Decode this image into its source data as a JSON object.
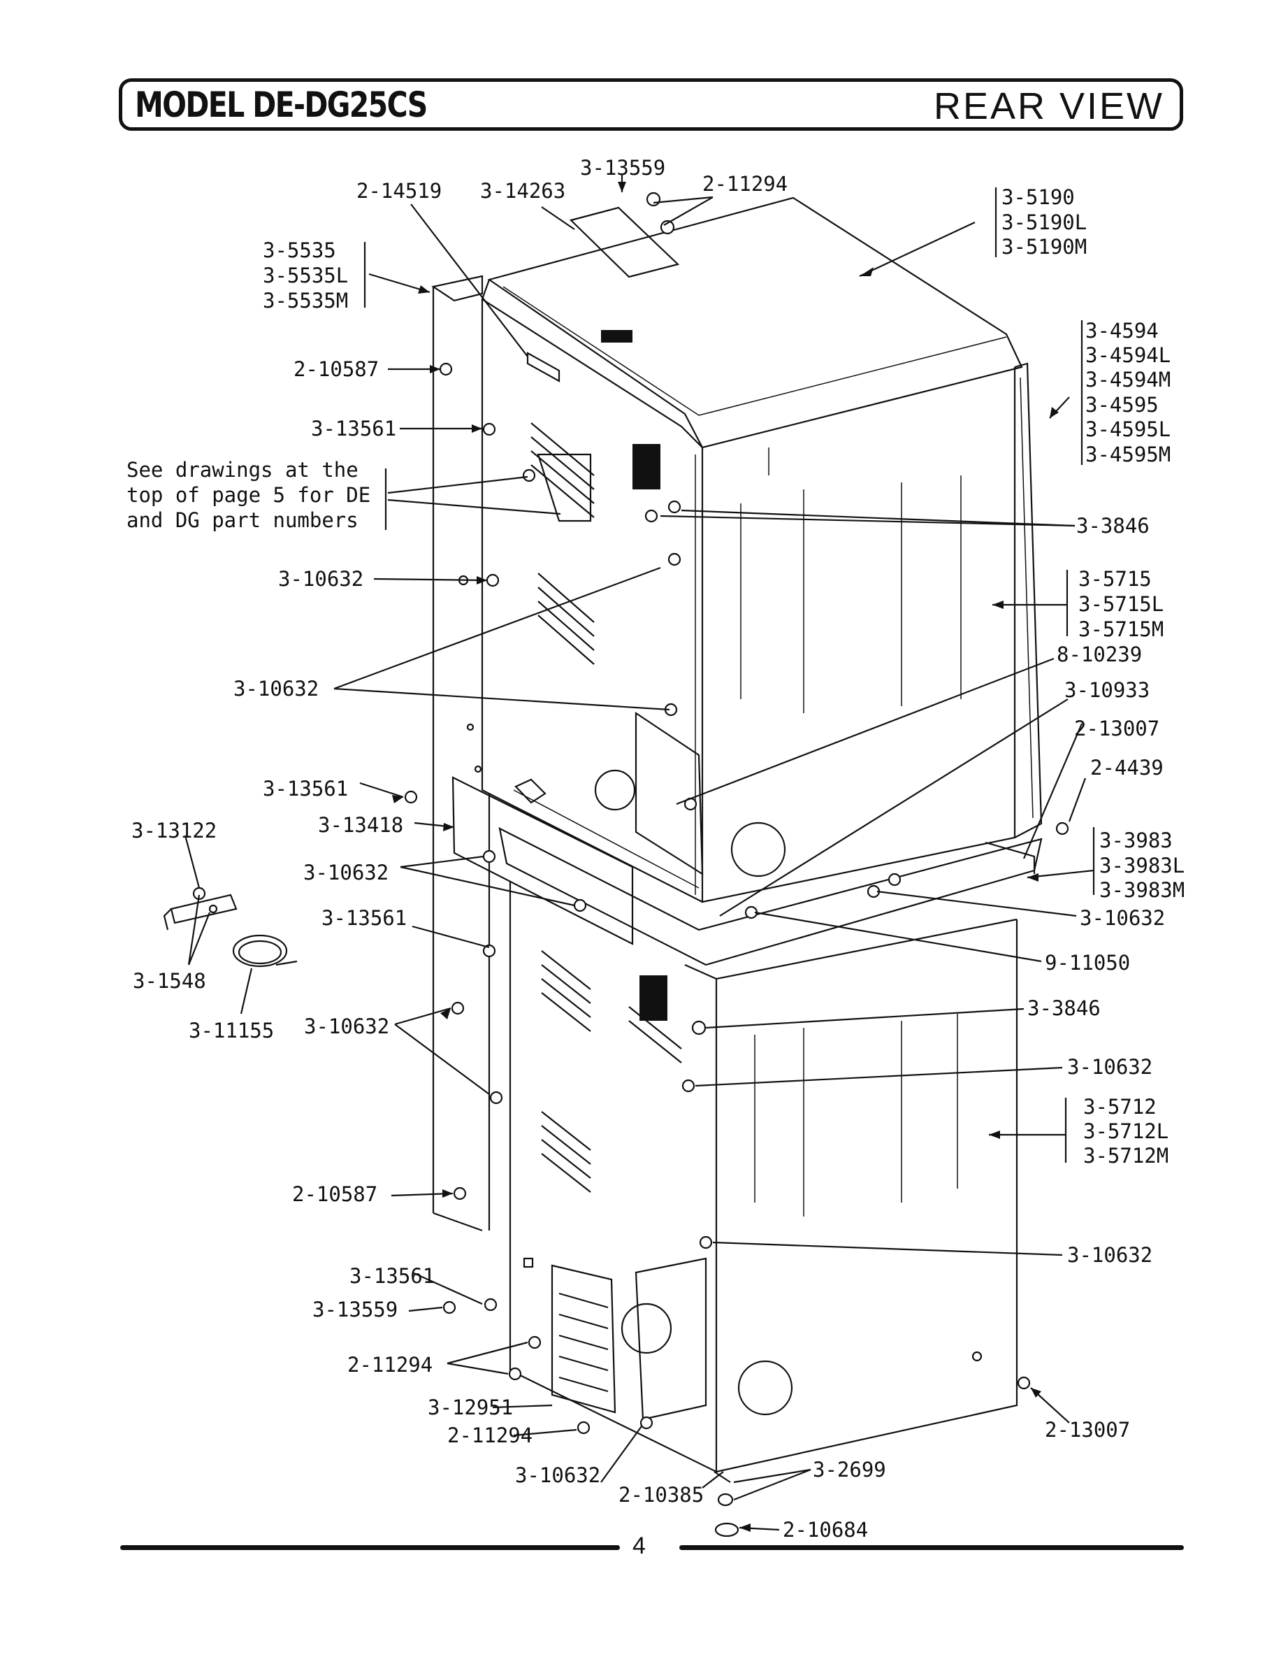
{
  "header": {
    "model": "MODEL DE-DG25CS",
    "view": "REAR VIEW"
  },
  "note": {
    "line1": "See drawings at the",
    "line2": "top of page 5 for DE",
    "line3": "and DG part numbers"
  },
  "labels": {
    "p2_14519": "2-14519",
    "p3_14263": "3-14263",
    "p3_13559_top": "3-13559",
    "p2_11294_top": "2-11294",
    "p3_5190": "3-5190",
    "p3_5190L": "3-5190L",
    "p3_5190M": "3-5190M",
    "p3_5535": "3-5535",
    "p3_5535L": "3-5535L",
    "p3_5535M": "3-5535M",
    "p3_4594": "3-4594",
    "p3_4594L": "3-4594L",
    "p3_4594M": "3-4594M",
    "p3_4595": "3-4595",
    "p3_4595L": "3-4595L",
    "p3_4595M": "3-4595M",
    "p2_10587_top": "2-10587",
    "p3_13561_a": "3-13561",
    "p3_3846_top": "3-3846",
    "p3_10632_a": "3-10632",
    "p3_5715": "3-5715",
    "p3_5715L": "3-5715L",
    "p3_5715M": "3-5715M",
    "p8_10239": "8-10239",
    "p3_10632_b": "3-10632",
    "p3_10933": "3-10933",
    "p2_13007_top": "2-13007",
    "p2_4439": "2-4439",
    "p3_13561_b": "3-13561",
    "p3_13418": "3-13418",
    "p3_13122": "3-13122",
    "p3_3983": "3-3983",
    "p3_3983L": "3-3983L",
    "p3_3983M": "3-3983M",
    "p3_10632_c": "3-10632",
    "p3_10632_d": "3-10632",
    "p3_13561_c": "3-13561",
    "p9_11050": "9-11050",
    "p3_1548": "3-1548",
    "p3_11155": "3-11155",
    "p3_10632_e": "3-10632",
    "p3_3846_mid": "3-3846",
    "p3_10632_f": "3-10632",
    "p3_5712": "3-5712",
    "p3_5712L": "3-5712L",
    "p3_5712M": "3-5712M",
    "p2_10587_bot": "2-10587",
    "p3_10632_g": "3-10632",
    "p3_13561_d": "3-13561",
    "p3_13559_bot": "3-13559",
    "p2_11294_mid": "2-11294",
    "p3_12951": "3-12951",
    "p2_11294_bot": "2-11294",
    "p2_13007_bot": "2-13007",
    "p3_10632_h": "3-10632",
    "p2_10385": "2-10385",
    "p3_2699": "3-2699",
    "p2_10684": "2-10684"
  },
  "footer": {
    "page": "4"
  }
}
